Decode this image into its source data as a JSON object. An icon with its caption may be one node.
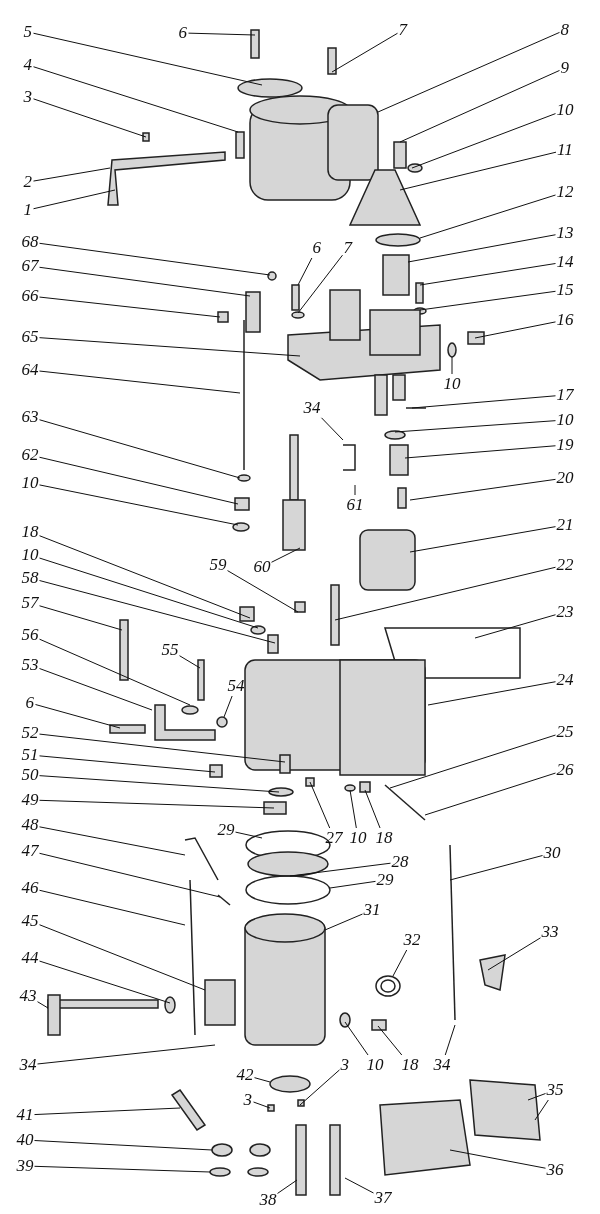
{
  "diagram": {
    "nodes": [
      {
        "text": [
          "7"
        ]
      },
      {
        "text": [
          "8"
        ]
      },
      {
        "text": [
          "5"
        ]
      },
      {
        "text": [
          "6"
        ]
      },
      {
        "text": [
          "4"
        ]
      },
      {
        "text": [
          "9"
        ]
      },
      {
        "text": [
          "3"
        ]
      },
      {
        "text": [
          "10"
        ]
      },
      {
        "text": [
          "11"
        ]
      },
      {
        "text": [
          "2"
        ]
      },
      {
        "text": [
          "12"
        ]
      },
      {
        "text": [
          "1"
        ]
      },
      {
        "text": [
          "13"
        ]
      },
      {
        "text": [
          "68"
        ]
      },
      {
        "text": [
          "6"
        ]
      },
      {
        "text": [
          "7"
        ]
      },
      {
        "text": [
          "14"
        ]
      },
      {
        "text": [
          "67"
        ]
      },
      {
        "text": [
          "15"
        ]
      },
      {
        "text": [
          "66"
        ]
      },
      {
        "text": [
          "16"
        ]
      },
      {
        "text": [
          "65"
        ]
      },
      {
        "text": [
          "64"
        ]
      },
      {
        "text": [
          "17"
        ]
      },
      {
        "text": [
          "10"
        ]
      },
      {
        "text": [
          "10"
        ]
      },
      {
        "text": [
          "34"
        ]
      },
      {
        "text": [
          "63"
        ]
      },
      {
        "text": [
          "19"
        ]
      },
      {
        "text": [
          "62"
        ]
      },
      {
        "text": [
          "20"
        ]
      },
      {
        "text": [
          "10"
        ]
      },
      {
        "text": [
          "61"
        ]
      },
      {
        "text": [
          "21"
        ]
      },
      {
        "text": [
          "18"
        ]
      },
      {
        "text": [
          "10"
        ]
      },
      {
        "text": [
          "59"
        ]
      },
      {
        "text": [
          "22"
        ]
      },
      {
        "text": [
          "60"
        ]
      },
      {
        "text": [
          "58"
        ]
      },
      {
        "text": [
          "57"
        ]
      },
      {
        "text": [
          "23"
        ]
      },
      {
        "text": [
          "56"
        ]
      },
      {
        "text": [
          "55"
        ]
      },
      {
        "text": [
          "53"
        ]
      },
      {
        "text": [
          "24"
        ]
      },
      {
        "text": [
          "54"
        ]
      },
      {
        "text": [
          "6"
        ]
      },
      {
        "text": [
          "25"
        ]
      },
      {
        "text": [
          "52"
        ]
      },
      {
        "text": [
          "51"
        ]
      },
      {
        "text": [
          "26"
        ]
      },
      {
        "text": [
          "50"
        ]
      },
      {
        "text": [
          "49"
        ]
      },
      {
        "text": [
          "48"
        ]
      },
      {
        "text": [
          "27"
        ]
      },
      {
        "text": [
          "10"
        ]
      },
      {
        "text": [
          "18"
        ]
      },
      {
        "text": [
          "29"
        ]
      },
      {
        "text": [
          "47"
        ]
      },
      {
        "text": [
          "28"
        ]
      },
      {
        "text": [
          "30"
        ]
      },
      {
        "text": [
          "29"
        ]
      },
      {
        "text": [
          "46"
        ]
      },
      {
        "text": [
          "31"
        ]
      },
      {
        "text": [
          "45"
        ]
      },
      {
        "text": [
          "33"
        ]
      },
      {
        "text": [
          "32"
        ]
      },
      {
        "text": [
          "44"
        ]
      },
      {
        "text": [
          "43"
        ]
      },
      {
        "text": [
          "42"
        ]
      },
      {
        "text": [
          "34"
        ]
      },
      {
        "text": [
          "3"
        ]
      },
      {
        "text": [
          "10"
        ]
      },
      {
        "text": [
          "18"
        ]
      },
      {
        "text": [
          "34"
        ]
      },
      {
        "text": [
          "35"
        ]
      },
      {
        "text": [
          "3"
        ]
      },
      {
        "text": [
          "41"
        ]
      },
      {
        "text": [
          "40"
        ]
      },
      {
        "text": [
          "39"
        ]
      },
      {
        "text": [
          "36"
        ]
      },
      {
        "text": [
          "38"
        ]
      },
      {
        "text": [
          "37"
        ]
      }
    ],
    "edges": [
      {
        "from": 0,
        "to": null,
        "arrow": "none"
      },
      {
        "from": 1,
        "to": null,
        "arrow": "none"
      },
      {
        "from": 2,
        "to": null,
        "arrow": "none"
      },
      {
        "from": 3,
        "to": null,
        "arrow": "none"
      },
      {
        "from": 4,
        "to": null,
        "arrow": "none"
      },
      {
        "from": 5,
        "to": null,
        "arrow": "none"
      },
      {
        "from": 6,
        "to": null,
        "arrow": "none"
      },
      {
        "from": 7,
        "to": null,
        "arrow": "none"
      },
      {
        "from": 8,
        "to": null,
        "arrow": "none"
      },
      {
        "from": 9,
        "to": null,
        "arrow": "none"
      },
      {
        "from": 10,
        "to": null,
        "arrow": "none"
      },
      {
        "from": 11,
        "to": null,
        "arrow": "none"
      },
      {
        "from": 12,
        "to": null,
        "arrow": "none"
      },
      {
        "from": 13,
        "to": null,
        "arrow": "none"
      },
      {
        "from": 14,
        "to": null,
        "arrow": "none"
      },
      {
        "from": 15,
        "to": null,
        "arrow": "none"
      },
      {
        "from": 16,
        "to": null,
        "arrow": "none"
      },
      {
        "from": 17,
        "to": null,
        "arrow": "none"
      },
      {
        "from": 18,
        "to": null,
        "arrow": "none"
      },
      {
        "from": 19,
        "to": null,
        "arrow": "none"
      },
      {
        "from": 20,
        "to": null,
        "arrow": "none"
      },
      {
        "from": 21,
        "to": null,
        "arrow": "none"
      },
      {
        "from": 22,
        "to": null,
        "arrow": "none"
      },
      {
        "from": 23,
        "to": null,
        "arrow": "none"
      },
      {
        "from": 24,
        "to": null,
        "arrow": "none"
      },
      {
        "from": 25,
        "to": null,
        "arrow": "none"
      },
      {
        "from": 26,
        "to": null,
        "arrow": "none"
      },
      {
        "from": 27,
        "to": null,
        "arrow": "none"
      },
      {
        "from": 28,
        "to": null,
        "arrow": "none"
      },
      {
        "from": 29,
        "to": null,
        "arrow": "none"
      },
      {
        "from": 30,
        "to": null,
        "arrow": "none"
      },
      {
        "from": 31,
        "to": null,
        "arrow": "none"
      },
      {
        "from": 32,
        "to": null,
        "arrow": "none"
      },
      {
        "from": 33,
        "to": null,
        "arrow": "none"
      },
      {
        "from": 34,
        "to": null,
        "arrow": "none"
      },
      {
        "from": 35,
        "to": null,
        "arrow": "none"
      },
      {
        "from": 36,
        "to": null,
        "arrow": "none"
      },
      {
        "from": 37,
        "to": null,
        "arrow": "none"
      },
      {
        "from": 38,
        "to": null,
        "arrow": "none"
      },
      {
        "from": 39,
        "to": null,
        "arrow": "none"
      },
      {
        "from": 40,
        "to": null,
        "arrow": "none"
      },
      {
        "from": 41,
        "to": null,
        "arrow": "none"
      },
      {
        "from": 42,
        "to": null,
        "arrow": "none"
      },
      {
        "from": 43,
        "to": null,
        "arrow": "none"
      },
      {
        "from": 44,
        "to": null,
        "arrow": "none"
      },
      {
        "from": 45,
        "to": null,
        "arrow": "none"
      },
      {
        "from": 46,
        "to": null,
        "arrow": "none"
      },
      {
        "from": 47,
        "to": null,
        "arrow": "none"
      },
      {
        "from": 48,
        "to": null,
        "arrow": "none"
      },
      {
        "from": 49,
        "to": null,
        "arrow": "none"
      },
      {
        "from": 50,
        "to": null,
        "arrow": "none"
      },
      {
        "from": 51,
        "to": null,
        "arrow": "none"
      },
      {
        "from": 52,
        "to": null,
        "arrow": "none"
      },
      {
        "from": 53,
        "to": null,
        "arrow": "none"
      },
      {
        "from": 54,
        "to": null,
        "arrow": "none"
      },
      {
        "from": 55,
        "to": null,
        "arrow": "none"
      },
      {
        "from": 56,
        "to": null,
        "arrow": "none"
      },
      {
        "from": 57,
        "to": null,
        "arrow": "none"
      },
      {
        "from": 58,
        "to": null,
        "arrow": "none"
      },
      {
        "from": 59,
        "to": null,
        "arrow": "none"
      },
      {
        "from": 60,
        "to": null,
        "arrow": "none"
      },
      {
        "from": 61,
        "to": null,
        "arrow": "none"
      },
      {
        "from": 62,
        "to": null,
        "arrow": "none"
      },
      {
        "from": 63,
        "to": null,
        "arrow": "none"
      },
      {
        "from": 64,
        "to": null,
        "arrow": "none"
      },
      {
        "from": 65,
        "to": null,
        "arrow": "none"
      },
      {
        "from": 66,
        "to": null,
        "arrow": "none"
      },
      {
        "from": 67,
        "to": null,
        "arrow": "none"
      },
      {
        "from": 68,
        "to": null,
        "arrow": "none"
      },
      {
        "from": 69,
        "to": null,
        "arrow": "none"
      },
      {
        "from": 70,
        "to": null,
        "arrow": "none"
      },
      {
        "from": 71,
        "to": null,
        "arrow": "none"
      },
      {
        "from": 72,
        "to": null,
        "arrow": "none"
      },
      {
        "from": 73,
        "to": null,
        "arrow": "none"
      },
      {
        "from": 74,
        "to": null,
        "arrow": "none"
      },
      {
        "from": 75,
        "to": null,
        "arrow": "none"
      },
      {
        "from": 76,
        "to": null,
        "arrow": "none"
      },
      {
        "from": 76,
        "to": null,
        "arrow": "none"
      },
      {
        "from": 77,
        "to": null,
        "arrow": "none"
      },
      {
        "from": 78,
        "to": null,
        "arrow": "none"
      },
      {
        "from": 79,
        "to": null,
        "arrow": "none"
      },
      {
        "from": 80,
        "to": null,
        "arrow": "none"
      },
      {
        "from": 81,
        "to": null,
        "arrow": "none"
      },
      {
        "from": 82,
        "to": null,
        "arrow": "none"
      },
      {
        "from": 83,
        "to": null,
        "arrow": "none"
      }
    ]
  }
}
